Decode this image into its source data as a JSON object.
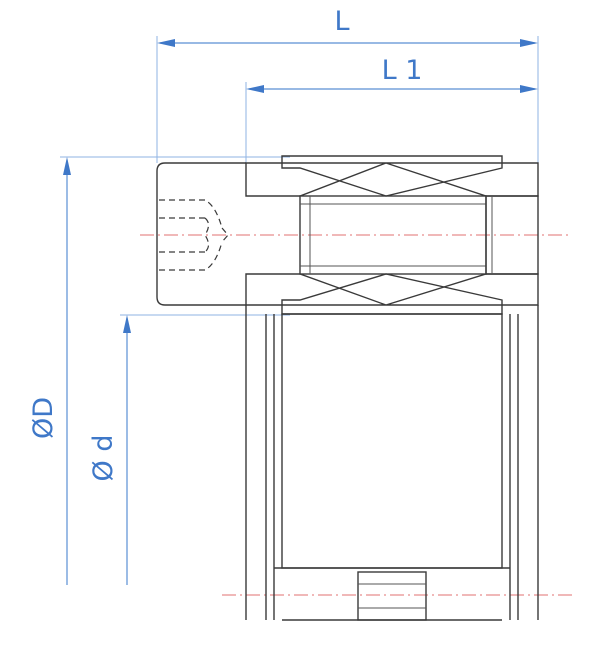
{
  "dimensions": {
    "L": "L",
    "L1": "L 1",
    "D": "ØD",
    "d": "Ø d"
  },
  "colors": {
    "dimension": "#3f78c8",
    "centerline": "#e07070",
    "outline": "#3a3a3a"
  }
}
